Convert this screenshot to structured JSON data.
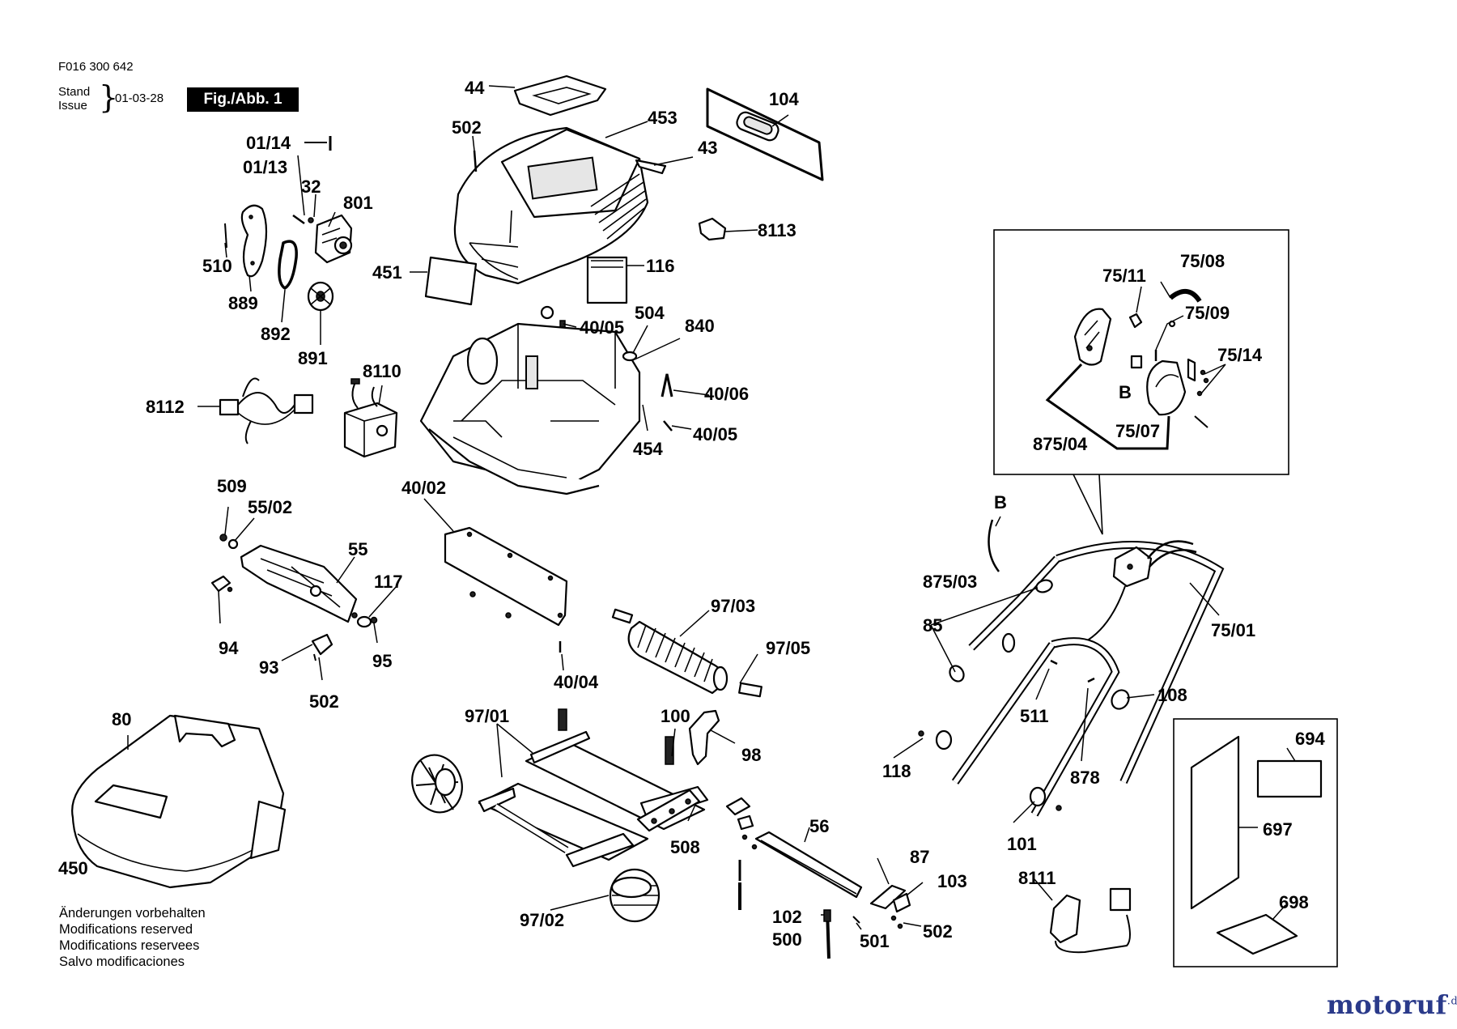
{
  "header": {
    "doc_number": "F016 300 642",
    "stand_label_1": "Stand",
    "stand_label_2": "Issue",
    "date": "01-03-28",
    "figure_label": "Fig./Abb. 1"
  },
  "footer": {
    "notes": [
      "Änderungen vorbehalten",
      "Modifications reserved",
      "Modifications reservees",
      "Salvo modificaciones"
    ]
  },
  "watermark": {
    "text": "motoruf",
    "suffix": ".de"
  },
  "part_numbers": [
    "44",
    "104",
    "502",
    "453",
    "43",
    "01/14",
    "01/13",
    "32",
    "801",
    "8113",
    "510",
    "451",
    "116",
    "889",
    "892",
    "891",
    "40/05",
    "504",
    "840",
    "8110",
    "8112",
    "40/06",
    "40/05",
    "454",
    "509",
    "55/02",
    "40/02",
    "55",
    "117",
    "94",
    "95",
    "93",
    "502",
    "97/03",
    "97/05",
    "40/04",
    "80",
    "97/01",
    "100",
    "98",
    "450",
    "508",
    "97/02",
    "56",
    "87",
    "103",
    "102",
    "500",
    "501",
    "502",
    "75/11",
    "75/08",
    "75/09",
    "75/14",
    "B",
    "875/04",
    "75/07",
    "B",
    "875/03",
    "85",
    "75/01",
    "108",
    "511",
    "118",
    "878",
    "101",
    "8111",
    "694",
    "697",
    "698"
  ]
}
